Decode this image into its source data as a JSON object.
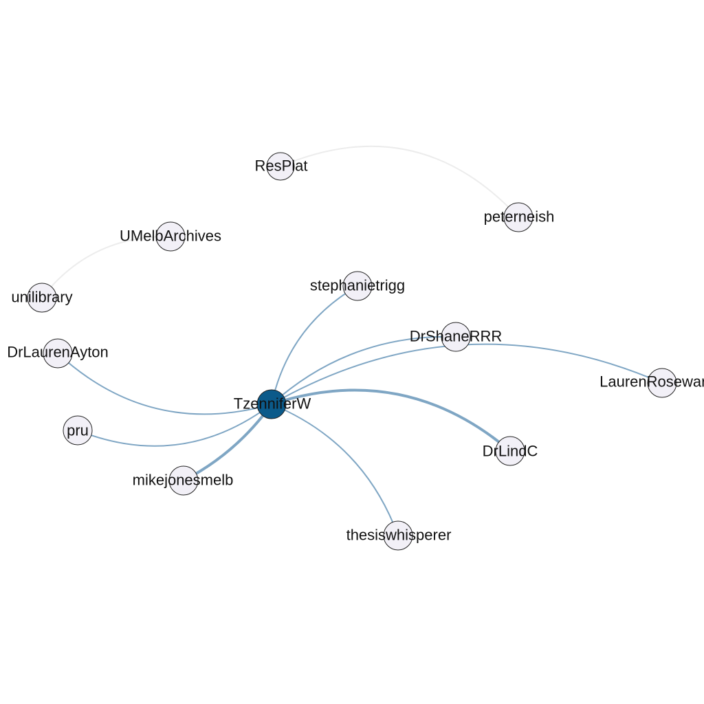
{
  "colors": {
    "background": "#ffffff",
    "node_fill": "#f2f0f7",
    "node_stroke": "#222222",
    "hub_fill": "#0b5a8a",
    "edge_strong": "#7fa6c4",
    "edge_light": "#ececec"
  },
  "nodes": [
    {
      "id": "TzenniferW",
      "label": "TzenniferW",
      "hub": true
    },
    {
      "id": "ResPlat",
      "label": "ResPlat"
    },
    {
      "id": "peterneish",
      "label": "peterneish"
    },
    {
      "id": "UMelbArchives",
      "label": "UMelbArchives"
    },
    {
      "id": "unilibrary",
      "label": "unilibrary"
    },
    {
      "id": "stephanietrigg",
      "label": "stephanietrigg"
    },
    {
      "id": "DrShaneRRR",
      "label": "DrShaneRRR"
    },
    {
      "id": "DrLaurenAyton",
      "label": "DrLaurenAyton"
    },
    {
      "id": "LaurenRosewarne",
      "label": "LaurenRosewarne"
    },
    {
      "id": "pru",
      "label": "pru"
    },
    {
      "id": "DrLindC",
      "label": "DrLindC"
    },
    {
      "id": "mikejonesmelb",
      "label": "mikejonesmelb"
    },
    {
      "id": "thesiswhisperer",
      "label": "thesiswhisperer"
    }
  ],
  "edges": [
    {
      "from": "ResPlat",
      "to": "peterneish",
      "weight": 1,
      "style": "light"
    },
    {
      "from": "UMelbArchives",
      "to": "unilibrary",
      "weight": 1,
      "style": "light"
    },
    {
      "from": "TzenniferW",
      "to": "stephanietrigg",
      "weight": 1,
      "style": "strong"
    },
    {
      "from": "TzenniferW",
      "to": "DrShaneRRR",
      "weight": 1,
      "style": "strong"
    },
    {
      "from": "TzenniferW",
      "to": "LaurenRosewarne",
      "weight": 1,
      "style": "strong"
    },
    {
      "from": "TzenniferW",
      "to": "DrLindC",
      "weight": 2,
      "style": "strong"
    },
    {
      "from": "TzenniferW",
      "to": "thesiswhisperer",
      "weight": 1,
      "style": "strong"
    },
    {
      "from": "TzenniferW",
      "to": "mikejonesmelb",
      "weight": 2,
      "style": "strong"
    },
    {
      "from": "TzenniferW",
      "to": "pru",
      "weight": 1,
      "style": "strong"
    },
    {
      "from": "TzenniferW",
      "to": "DrLaurenAyton",
      "weight": 1,
      "style": "strong"
    }
  ]
}
